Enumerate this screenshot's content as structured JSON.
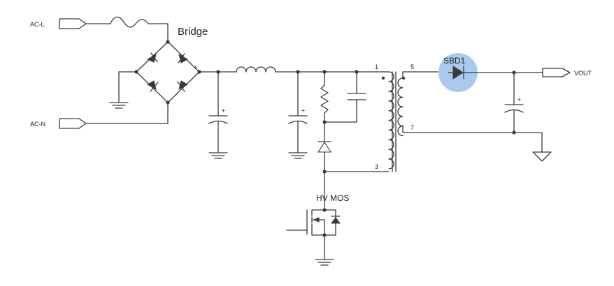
{
  "labels": {
    "ac_l": "AC-L",
    "ac_n": "AC-N",
    "bridge": "Bridge",
    "vout": "VOUT",
    "hv_mos": "HV MOS",
    "sbd1": "SBD1",
    "pin_1": "1",
    "pin_3": "3",
    "pin_5": "5",
    "pin_7": "7",
    "plus": "+"
  },
  "colors": {
    "wire": "#3a3a3a",
    "highlight": "#a9c9ee"
  },
  "components": [
    "fuse",
    "bridge-rectifier",
    "bulk-capacitor",
    "inductor",
    "filter-capacitor",
    "snubber-resistor",
    "snubber-capacitor",
    "clamp-diode",
    "transformer",
    "hv-mosfet",
    "schottky-diode",
    "output-capacitor",
    "ground"
  ]
}
